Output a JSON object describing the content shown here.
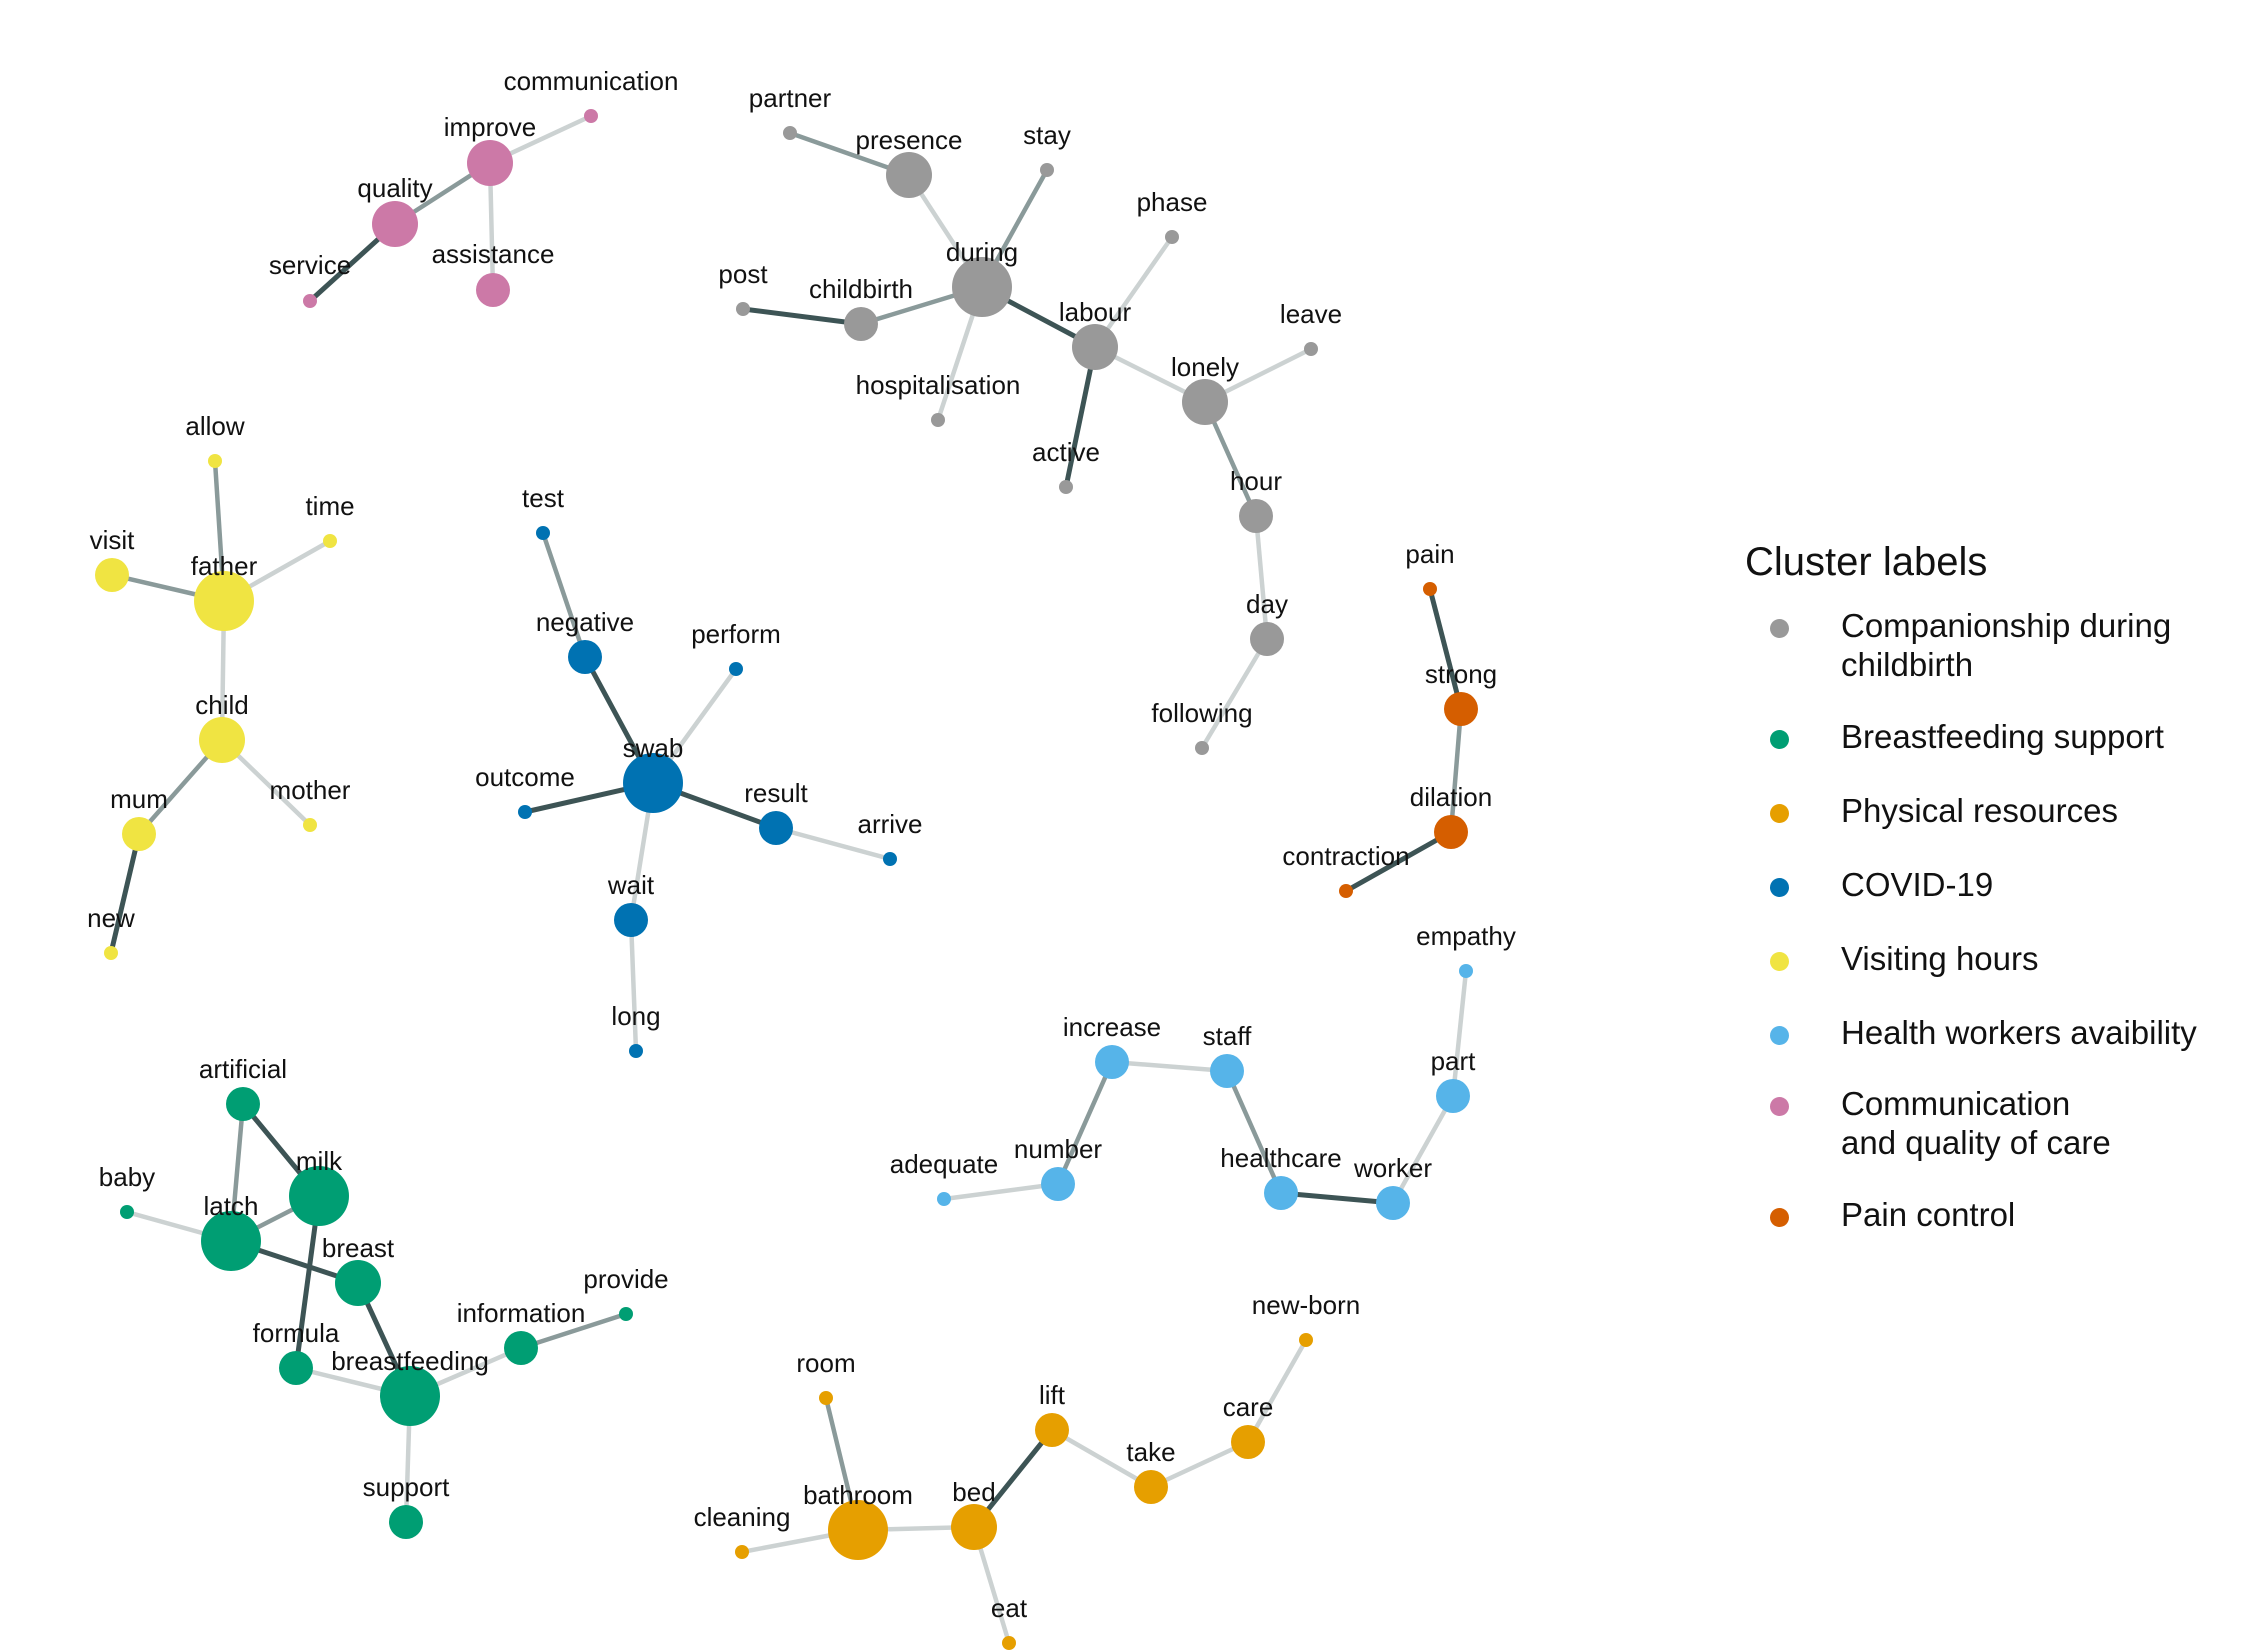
{
  "legend": {
    "title": "Cluster labels",
    "items": [
      {
        "id": "companionship",
        "label": "Companionship during\n childbirth",
        "color": "#999999"
      },
      {
        "id": "breastfeeding",
        "label": "Breastfeeding support",
        "color": "#009E73"
      },
      {
        "id": "physical",
        "label": "Physical resources",
        "color": "#E69F00"
      },
      {
        "id": "covid",
        "label": "COVID-19",
        "color": "#0072B2"
      },
      {
        "id": "visiting",
        "label": "Visiting hours",
        "color": "#F0E442"
      },
      {
        "id": "health_workers",
        "label": "Health workers avaibility",
        "color": "#56B4E9"
      },
      {
        "id": "communication",
        "label": "Communication\n and quality of care",
        "color": "#CC79A7"
      },
      {
        "id": "pain",
        "label": "Pain control",
        "color": "#D55E00"
      }
    ]
  },
  "edge_colors": {
    "strong": "#3D5455",
    "medium": "#8A9A9A",
    "weak": "#CCD2D2"
  },
  "nodes": [
    {
      "id": "communication",
      "cluster": "communication",
      "size": "small"
    },
    {
      "id": "improve",
      "cluster": "communication",
      "size": "large"
    },
    {
      "id": "quality",
      "cluster": "communication",
      "size": "large"
    },
    {
      "id": "service",
      "cluster": "communication",
      "size": "small"
    },
    {
      "id": "assistance",
      "cluster": "communication",
      "size": "medium"
    },
    {
      "id": "partner",
      "cluster": "companionship",
      "size": "small"
    },
    {
      "id": "presence",
      "cluster": "companionship",
      "size": "large"
    },
    {
      "id": "stay",
      "cluster": "companionship",
      "size": "small"
    },
    {
      "id": "phase",
      "cluster": "companionship",
      "size": "small"
    },
    {
      "id": "during",
      "cluster": "companionship",
      "size": "xlarge"
    },
    {
      "id": "post",
      "cluster": "companionship",
      "size": "small"
    },
    {
      "id": "childbirth",
      "cluster": "companionship",
      "size": "medium"
    },
    {
      "id": "labour",
      "cluster": "companionship",
      "size": "large"
    },
    {
      "id": "leave",
      "cluster": "companionship",
      "size": "small"
    },
    {
      "id": "hospitalisation",
      "cluster": "companionship",
      "size": "small"
    },
    {
      "id": "lonely",
      "cluster": "companionship",
      "size": "large"
    },
    {
      "id": "active",
      "cluster": "companionship",
      "size": "small"
    },
    {
      "id": "hour",
      "cluster": "companionship",
      "size": "medium"
    },
    {
      "id": "day",
      "cluster": "companionship",
      "size": "medium"
    },
    {
      "id": "following",
      "cluster": "companionship",
      "size": "small"
    },
    {
      "id": "allow",
      "cluster": "visiting",
      "size": "small"
    },
    {
      "id": "time",
      "cluster": "visiting",
      "size": "small"
    },
    {
      "id": "visit",
      "cluster": "visiting",
      "size": "medium"
    },
    {
      "id": "father",
      "cluster": "visiting",
      "size": "xlarge"
    },
    {
      "id": "child",
      "cluster": "visiting",
      "size": "large"
    },
    {
      "id": "mum",
      "cluster": "visiting",
      "size": "medium"
    },
    {
      "id": "mother",
      "cluster": "visiting",
      "size": "small"
    },
    {
      "id": "new",
      "cluster": "visiting",
      "size": "small"
    },
    {
      "id": "test",
      "cluster": "covid",
      "size": "small"
    },
    {
      "id": "negative",
      "cluster": "covid",
      "size": "medium"
    },
    {
      "id": "perform",
      "cluster": "covid",
      "size": "small"
    },
    {
      "id": "swab",
      "cluster": "covid",
      "size": "xxlarge"
    },
    {
      "id": "outcome",
      "cluster": "covid",
      "size": "small"
    },
    {
      "id": "result",
      "cluster": "covid",
      "size": "medium"
    },
    {
      "id": "arrive",
      "cluster": "covid",
      "size": "small"
    },
    {
      "id": "wait",
      "cluster": "covid",
      "size": "medium"
    },
    {
      "id": "long",
      "cluster": "covid",
      "size": "small"
    },
    {
      "id": "pain",
      "cluster": "pain",
      "size": "small"
    },
    {
      "id": "strong",
      "cluster": "pain",
      "size": "medium"
    },
    {
      "id": "dilation",
      "cluster": "pain",
      "size": "medium"
    },
    {
      "id": "contraction",
      "cluster": "pain",
      "size": "small"
    },
    {
      "id": "empathy",
      "cluster": "health_workers",
      "size": "small"
    },
    {
      "id": "increase",
      "cluster": "health_workers",
      "size": "medium"
    },
    {
      "id": "staff",
      "cluster": "health_workers",
      "size": "medium"
    },
    {
      "id": "part",
      "cluster": "health_workers",
      "size": "medium"
    },
    {
      "id": "adequate",
      "cluster": "health_workers",
      "size": "small"
    },
    {
      "id": "number",
      "cluster": "health_workers",
      "size": "medium"
    },
    {
      "id": "healthcare",
      "cluster": "health_workers",
      "size": "medium"
    },
    {
      "id": "worker",
      "cluster": "health_workers",
      "size": "medium"
    },
    {
      "id": "artificial",
      "cluster": "breastfeeding",
      "size": "medium"
    },
    {
      "id": "milk",
      "cluster": "breastfeeding",
      "size": "xlarge"
    },
    {
      "id": "baby",
      "cluster": "breastfeeding",
      "size": "small"
    },
    {
      "id": "latch",
      "cluster": "breastfeeding",
      "size": "xlarge"
    },
    {
      "id": "breast",
      "cluster": "breastfeeding",
      "size": "large"
    },
    {
      "id": "provide",
      "cluster": "breastfeeding",
      "size": "small"
    },
    {
      "id": "information",
      "cluster": "breastfeeding",
      "size": "medium"
    },
    {
      "id": "formula",
      "cluster": "breastfeeding",
      "size": "medium"
    },
    {
      "id": "breastfeeding",
      "cluster": "breastfeeding",
      "size": "xlarge"
    },
    {
      "id": "support",
      "cluster": "breastfeeding",
      "size": "medium"
    },
    {
      "id": "new-born",
      "cluster": "physical",
      "size": "small"
    },
    {
      "id": "room",
      "cluster": "physical",
      "size": "small"
    },
    {
      "id": "lift",
      "cluster": "physical",
      "size": "medium"
    },
    {
      "id": "care",
      "cluster": "physical",
      "size": "medium"
    },
    {
      "id": "take",
      "cluster": "physical",
      "size": "medium"
    },
    {
      "id": "bathroom",
      "cluster": "physical",
      "size": "xlarge"
    },
    {
      "id": "bed",
      "cluster": "physical",
      "size": "large"
    },
    {
      "id": "cleaning",
      "cluster": "physical",
      "size": "small"
    },
    {
      "id": "eat",
      "cluster": "physical",
      "size": "small"
    }
  ],
  "edges": [
    {
      "source": "improve",
      "target": "communication",
      "weight": "weak"
    },
    {
      "source": "improve",
      "target": "quality",
      "weight": "medium"
    },
    {
      "source": "improve",
      "target": "assistance",
      "weight": "weak"
    },
    {
      "source": "quality",
      "target": "service",
      "weight": "strong"
    },
    {
      "source": "partner",
      "target": "presence",
      "weight": "medium"
    },
    {
      "source": "presence",
      "target": "during",
      "weight": "weak"
    },
    {
      "source": "stay",
      "target": "during",
      "weight": "medium"
    },
    {
      "source": "post",
      "target": "childbirth",
      "weight": "strong"
    },
    {
      "source": "childbirth",
      "target": "during",
      "weight": "medium"
    },
    {
      "source": "during",
      "target": "hospitalisation",
      "weight": "weak"
    },
    {
      "source": "during",
      "target": "labour",
      "weight": "strong"
    },
    {
      "source": "phase",
      "target": "labour",
      "weight": "weak"
    },
    {
      "source": "labour",
      "target": "active",
      "weight": "strong"
    },
    {
      "source": "labour",
      "target": "lonely",
      "weight": "weak"
    },
    {
      "source": "lonely",
      "target": "leave",
      "weight": "weak"
    },
    {
      "source": "lonely",
      "target": "hour",
      "weight": "medium"
    },
    {
      "source": "hour",
      "target": "day",
      "weight": "weak"
    },
    {
      "source": "day",
      "target": "following",
      "weight": "weak"
    },
    {
      "source": "allow",
      "target": "father",
      "weight": "medium"
    },
    {
      "source": "time",
      "target": "father",
      "weight": "weak"
    },
    {
      "source": "visit",
      "target": "father",
      "weight": "medium"
    },
    {
      "source": "father",
      "target": "child",
      "weight": "weak"
    },
    {
      "source": "child",
      "target": "mum",
      "weight": "medium"
    },
    {
      "source": "child",
      "target": "mother",
      "weight": "weak"
    },
    {
      "source": "mum",
      "target": "new",
      "weight": "strong"
    },
    {
      "source": "test",
      "target": "negative",
      "weight": "medium"
    },
    {
      "source": "negative",
      "target": "swab",
      "weight": "strong"
    },
    {
      "source": "perform",
      "target": "swab",
      "weight": "weak"
    },
    {
      "source": "outcome",
      "target": "swab",
      "weight": "strong"
    },
    {
      "source": "swab",
      "target": "result",
      "weight": "strong"
    },
    {
      "source": "result",
      "target": "arrive",
      "weight": "weak"
    },
    {
      "source": "swab",
      "target": "wait",
      "weight": "weak"
    },
    {
      "source": "wait",
      "target": "long",
      "weight": "weak"
    },
    {
      "source": "pain",
      "target": "strong",
      "weight": "strong"
    },
    {
      "source": "strong",
      "target": "dilation",
      "weight": "medium"
    },
    {
      "source": "dilation",
      "target": "contraction",
      "weight": "strong"
    },
    {
      "source": "empathy",
      "target": "part",
      "weight": "weak"
    },
    {
      "source": "part",
      "target": "worker",
      "weight": "weak"
    },
    {
      "source": "worker",
      "target": "healthcare",
      "weight": "strong"
    },
    {
      "source": "healthcare",
      "target": "staff",
      "weight": "medium"
    },
    {
      "source": "staff",
      "target": "increase",
      "weight": "weak"
    },
    {
      "source": "increase",
      "target": "number",
      "weight": "medium"
    },
    {
      "source": "number",
      "target": "adequate",
      "weight": "weak"
    },
    {
      "source": "artificial",
      "target": "milk",
      "weight": "strong"
    },
    {
      "source": "artificial",
      "target": "latch",
      "weight": "medium"
    },
    {
      "source": "baby",
      "target": "latch",
      "weight": "weak"
    },
    {
      "source": "latch",
      "target": "milk",
      "weight": "medium"
    },
    {
      "source": "latch",
      "target": "breast",
      "weight": "strong"
    },
    {
      "source": "milk",
      "target": "formula",
      "weight": "strong"
    },
    {
      "source": "breast",
      "target": "breastfeeding",
      "weight": "strong"
    },
    {
      "source": "formula",
      "target": "breastfeeding",
      "weight": "weak"
    },
    {
      "source": "breastfeeding",
      "target": "information",
      "weight": "weak"
    },
    {
      "source": "information",
      "target": "provide",
      "weight": "medium"
    },
    {
      "source": "breastfeeding",
      "target": "support",
      "weight": "weak"
    },
    {
      "source": "room",
      "target": "bathroom",
      "weight": "medium"
    },
    {
      "source": "cleaning",
      "target": "bathroom",
      "weight": "weak"
    },
    {
      "source": "bathroom",
      "target": "bed",
      "weight": "weak"
    },
    {
      "source": "bed",
      "target": "lift",
      "weight": "strong"
    },
    {
      "source": "bed",
      "target": "eat",
      "weight": "weak"
    },
    {
      "source": "lift",
      "target": "take",
      "weight": "weak"
    },
    {
      "source": "take",
      "target": "care",
      "weight": "weak"
    },
    {
      "source": "care",
      "target": "new-born",
      "weight": "weak"
    }
  ]
}
